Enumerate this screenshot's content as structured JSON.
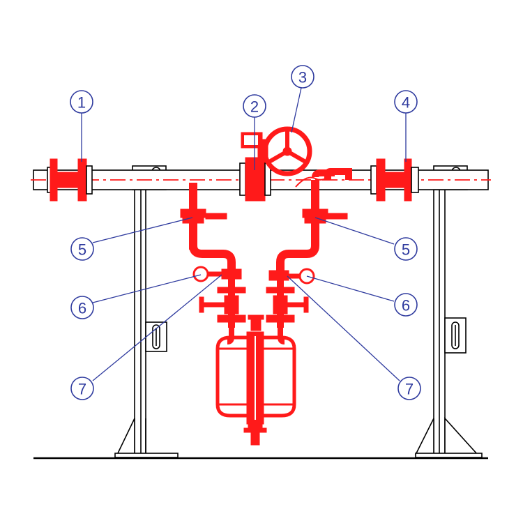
{
  "colors": {
    "pipe_red": "#ff1a1a",
    "callout_blue": "#2e3a9e",
    "frame_black": "#000000",
    "background": "#ffffff"
  },
  "callouts": [
    {
      "id": "c1",
      "label": "1"
    },
    {
      "id": "c2",
      "label": "2"
    },
    {
      "id": "c3",
      "label": "3"
    },
    {
      "id": "c4",
      "label": "4"
    },
    {
      "id": "c5a",
      "label": "5"
    },
    {
      "id": "c5b",
      "label": "5"
    },
    {
      "id": "c6a",
      "label": "6"
    },
    {
      "id": "c6b",
      "label": "6"
    },
    {
      "id": "c7a",
      "label": "7"
    },
    {
      "id": "c7b",
      "label": "7"
    }
  ]
}
